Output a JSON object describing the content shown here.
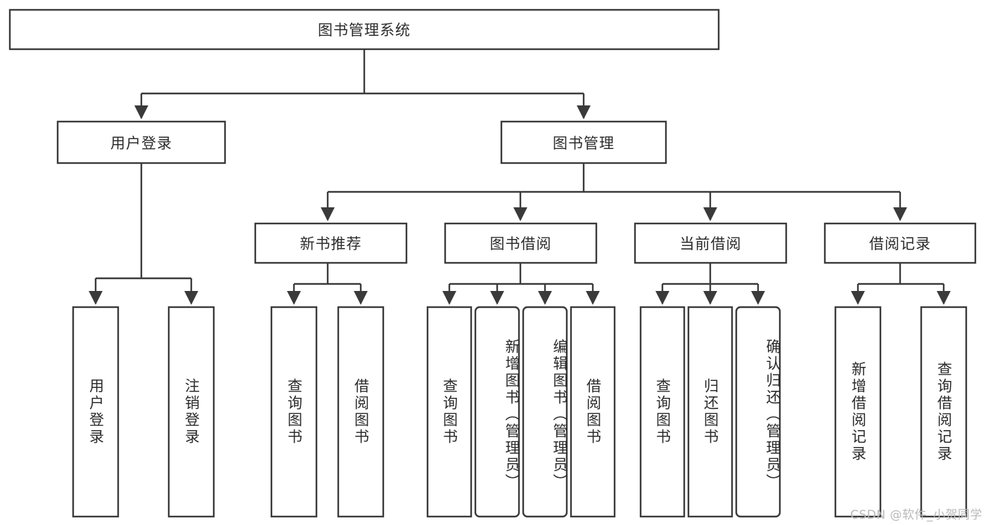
{
  "diagram": {
    "title": "图书管理系统",
    "type": "tree-hierarchy",
    "root": {
      "id": "root",
      "label": "图书管理系统"
    },
    "level1": [
      {
        "id": "user-login",
        "label": "用户登录"
      },
      {
        "id": "book-manage",
        "label": "图书管理"
      }
    ],
    "level2": [
      {
        "id": "new-book-rec",
        "label": "新书推荐",
        "parent": "book-manage"
      },
      {
        "id": "book-borrow",
        "label": "图书借阅",
        "parent": "book-manage"
      },
      {
        "id": "current-borrow",
        "label": "当前借阅",
        "parent": "book-manage"
      },
      {
        "id": "borrow-record",
        "label": "借阅记录",
        "parent": "book-manage"
      }
    ],
    "leaves": [
      {
        "id": "leaf-user-login",
        "label": "用户登录",
        "parent": "user-login",
        "rounded": false
      },
      {
        "id": "leaf-user-logout",
        "label": "注销登录",
        "parent": "user-login",
        "rounded": false
      },
      {
        "id": "leaf-query-book-1",
        "label": "查询图书",
        "parent": "new-book-rec",
        "rounded": false
      },
      {
        "id": "leaf-borrow-book-1",
        "label": "借阅图书",
        "parent": "new-book-rec",
        "rounded": false
      },
      {
        "id": "leaf-query-book-2",
        "label": "查询图书",
        "parent": "book-borrow",
        "rounded": false
      },
      {
        "id": "leaf-add-book",
        "label": "新增图书（管理员）",
        "parent": "book-borrow",
        "rounded": true
      },
      {
        "id": "leaf-edit-book",
        "label": "编辑图书（管理员）",
        "parent": "book-borrow",
        "rounded": true
      },
      {
        "id": "leaf-borrow-book-2",
        "label": "借阅图书",
        "parent": "book-borrow",
        "rounded": false
      },
      {
        "id": "leaf-query-book-3",
        "label": "查询图书",
        "parent": "current-borrow",
        "rounded": false
      },
      {
        "id": "leaf-return-book",
        "label": "归还图书",
        "parent": "current-borrow",
        "rounded": false
      },
      {
        "id": "leaf-confirm-return",
        "label": "确认归还（管理员）",
        "parent": "current-borrow",
        "rounded": true
      },
      {
        "id": "leaf-add-record",
        "label": "新增借阅记录",
        "parent": "borrow-record",
        "rounded": false
      },
      {
        "id": "leaf-query-record",
        "label": "查询借阅记录",
        "parent": "borrow-record",
        "rounded": false
      }
    ],
    "colors": {
      "stroke": "#3a3a3a",
      "fill": "#ffffff",
      "text": "#2b2b2b",
      "watermark": "#b9b9b9"
    }
  },
  "watermark": {
    "text": "CSDN @软件_小贺同学"
  }
}
